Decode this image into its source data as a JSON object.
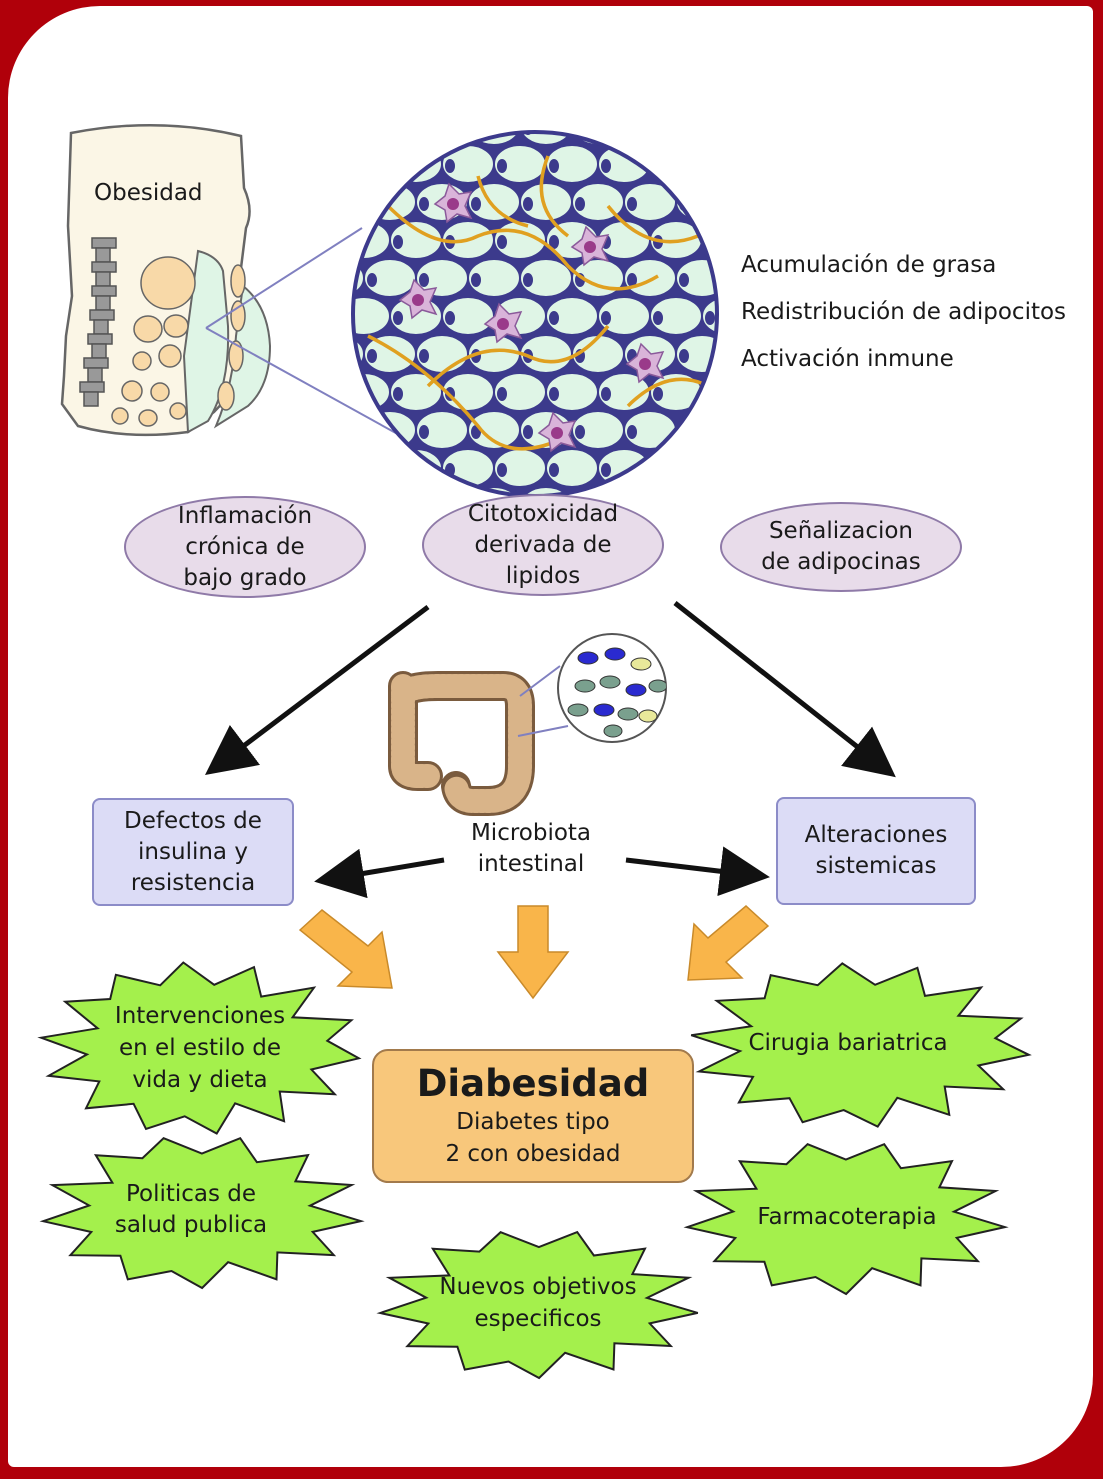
{
  "obesity_label": "Obesidad",
  "processes": [
    "Acumulación de grasa",
    "Redistribución de adipocitos",
    "Activación inmune"
  ],
  "mechanisms": [
    {
      "lines": [
        "Inflamación",
        "crónica de",
        "bajo grado"
      ]
    },
    {
      "lines": [
        "Citotoxicidad",
        "derivada de",
        "lipidos"
      ]
    },
    {
      "lines": [
        "Señalizacion",
        "de adipocinas"
      ]
    }
  ],
  "effects": {
    "left": [
      "Defectos de",
      "insulina y",
      "resistencia"
    ],
    "microbiota": [
      "Microbiota",
      "intestinal"
    ],
    "right": [
      "Alteraciones",
      "sistemicas"
    ]
  },
  "center": {
    "title": "Diabesidad",
    "subtitle": [
      "Diabetes tipo",
      "2 con obesidad"
    ]
  },
  "interventions": [
    {
      "lines": [
        "Intervenciones",
        "en el estilo de",
        "vida y dieta"
      ]
    },
    {
      "lines": [
        "Politicas de",
        "salud publica"
      ]
    },
    {
      "lines": [
        "Nuevos objetivos",
        "especificos"
      ]
    },
    {
      "lines": [
        "Cirugia bariatrica"
      ]
    },
    {
      "lines": [
        "Farmacoterapia"
      ]
    }
  ],
  "colors": {
    "frame": "#b0000a",
    "oval_fill": "#e8dcea",
    "box_fill": "#dcdcf6",
    "center_fill": "#f8c77b",
    "burst_fill": "#a4f04c",
    "arrow_orange": "#f9b54a",
    "cell_fill": "#dff5e6",
    "fiber": "#e0a020"
  }
}
